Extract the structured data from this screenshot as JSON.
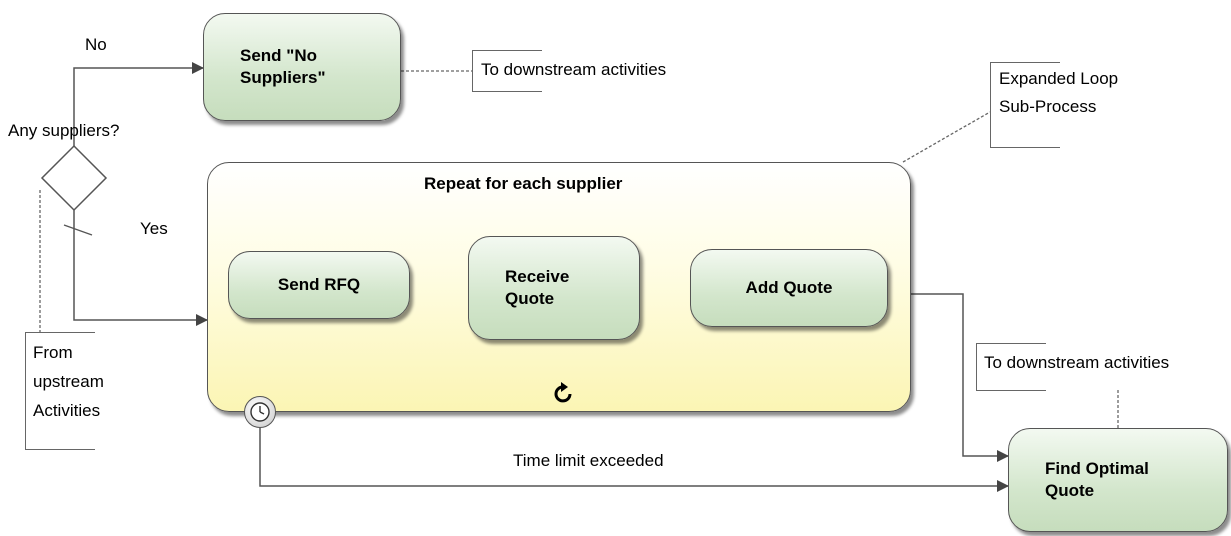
{
  "gateway": {
    "label": "Any suppliers?",
    "no_label": "No",
    "yes_label": "Yes"
  },
  "tasks": {
    "send_no_suppliers": [
      "Send \"No",
      "Suppliers\""
    ],
    "send_rfq": "Send RFQ",
    "receive_quote": [
      "Receive",
      "Quote"
    ],
    "add_quote": "Add Quote",
    "find_optimal_quote": [
      "Find Optimal",
      "Quote"
    ]
  },
  "subprocess": {
    "title": "Repeat for each supplier",
    "loop_icon": "loop-icon",
    "timer_icon": "clock-icon"
  },
  "annotations": {
    "downstream_top": "To downstream activities",
    "expanded_loop": [
      "Expanded Loop",
      "Sub-Process"
    ],
    "upstream": [
      "From",
      "upstream",
      "Activities"
    ],
    "downstream_right": "To downstream activities"
  },
  "flows": {
    "time_limit": "Time limit exceeded"
  },
  "colors": {
    "task_fill": "#d3e6cc",
    "subprocess_fill": "#fbf5b4",
    "line": "#555555"
  }
}
